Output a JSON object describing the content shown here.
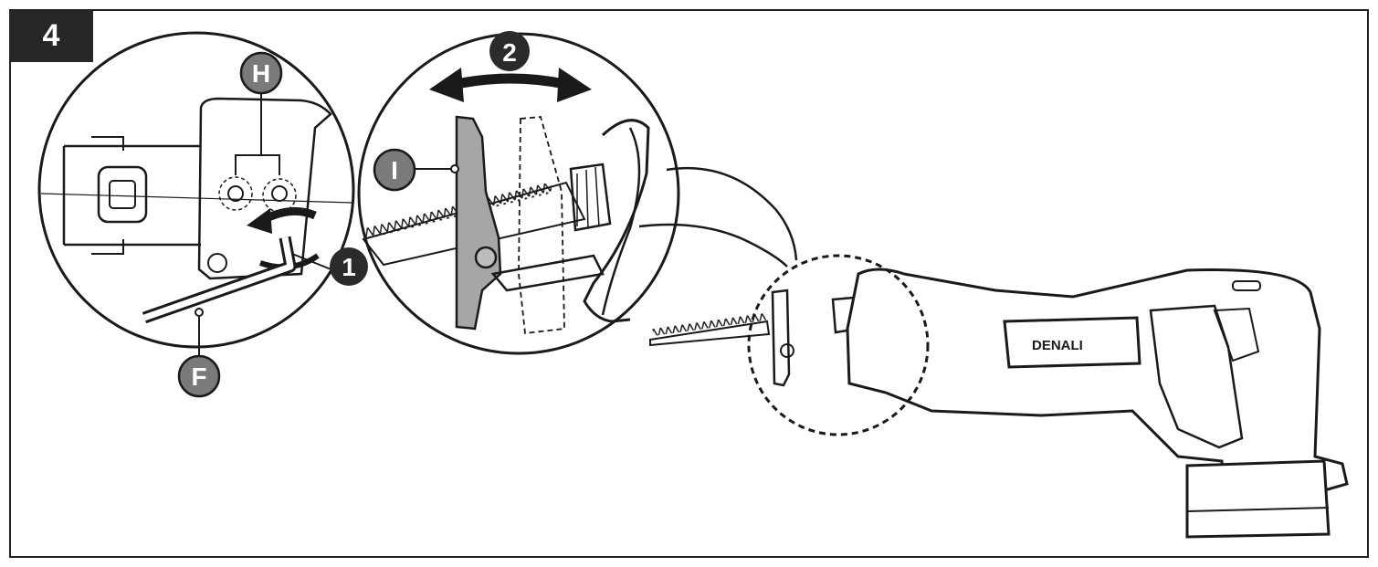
{
  "figure": {
    "step_number": "4",
    "callouts": {
      "h": "H",
      "f": "F",
      "i": "I",
      "step1": "1",
      "step2": "2"
    },
    "brand_label": "DENALI",
    "colors": {
      "line": "#1a1a1a",
      "badge_bg": "#262626",
      "clamp_gray": "#a6a6a6",
      "callout_dark": "#2b2b2b",
      "callout_gray": "#7a7a7a"
    },
    "icons": [
      "curved-arrow-icon",
      "double-arrow-icon",
      "hex-key-icon"
    ]
  }
}
